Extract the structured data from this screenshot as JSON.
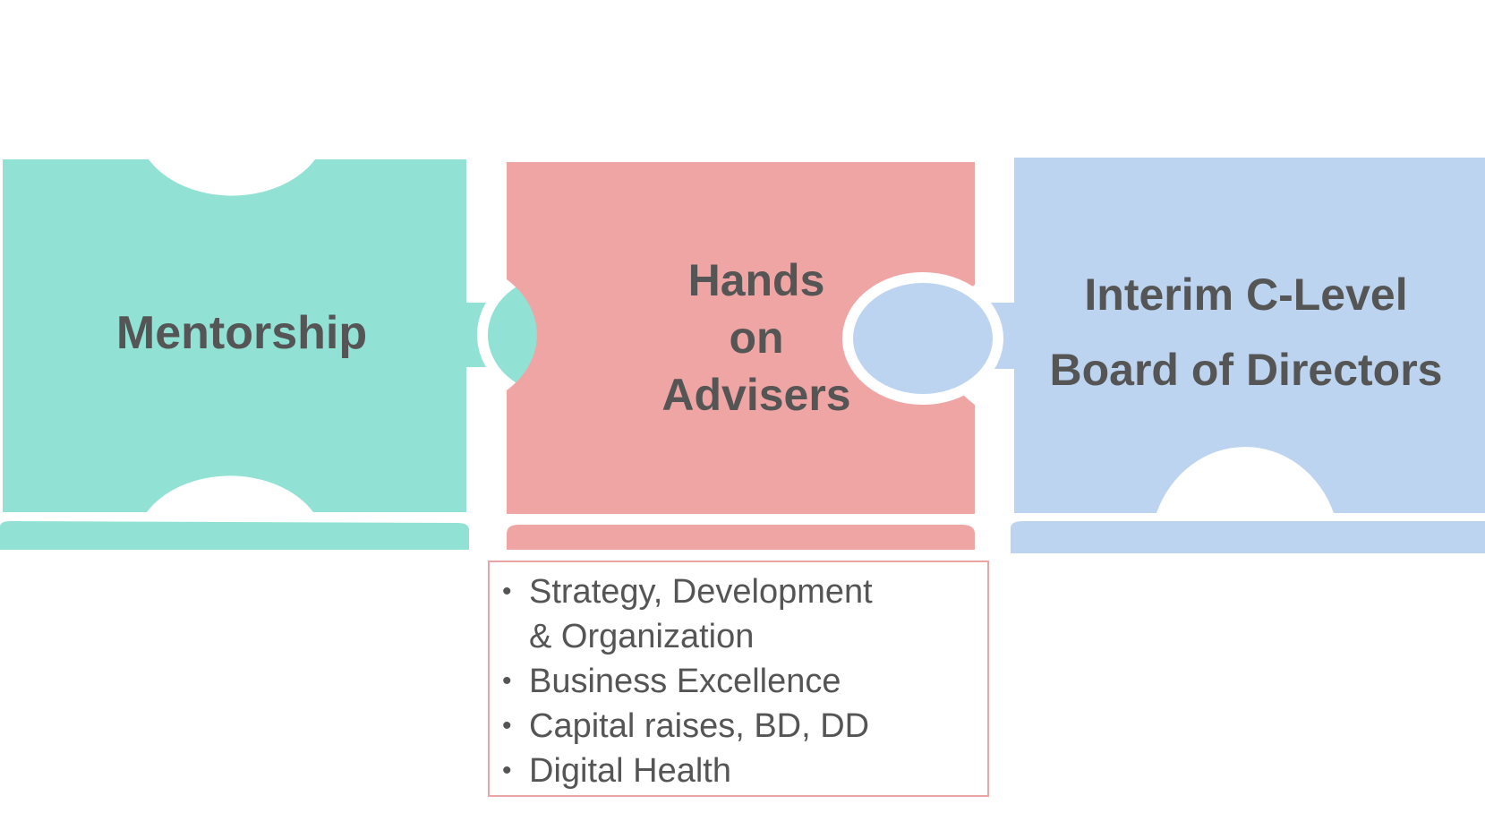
{
  "colors": {
    "teal": "#91e2d4",
    "rose": "#f0a5a5",
    "blue": "#bcd4ef",
    "text": "#555555",
    "box_border": "#e9a4a3"
  },
  "pieces": {
    "mentorship": {
      "lines": [
        "Mentorship"
      ]
    },
    "hands_on": {
      "lines": [
        "Hands",
        "on",
        "Advisers"
      ]
    },
    "interim": {
      "lines": [
        "Interim C-Level",
        "Board of Directors"
      ]
    }
  },
  "details": {
    "items": [
      {
        "lines": [
          "Strategy, Development",
          "& Organization"
        ]
      },
      {
        "lines": [
          "Business Excellence"
        ]
      },
      {
        "lines": [
          "Capital raises, BD, DD"
        ]
      },
      {
        "lines": [
          "Digital Health"
        ]
      }
    ]
  }
}
